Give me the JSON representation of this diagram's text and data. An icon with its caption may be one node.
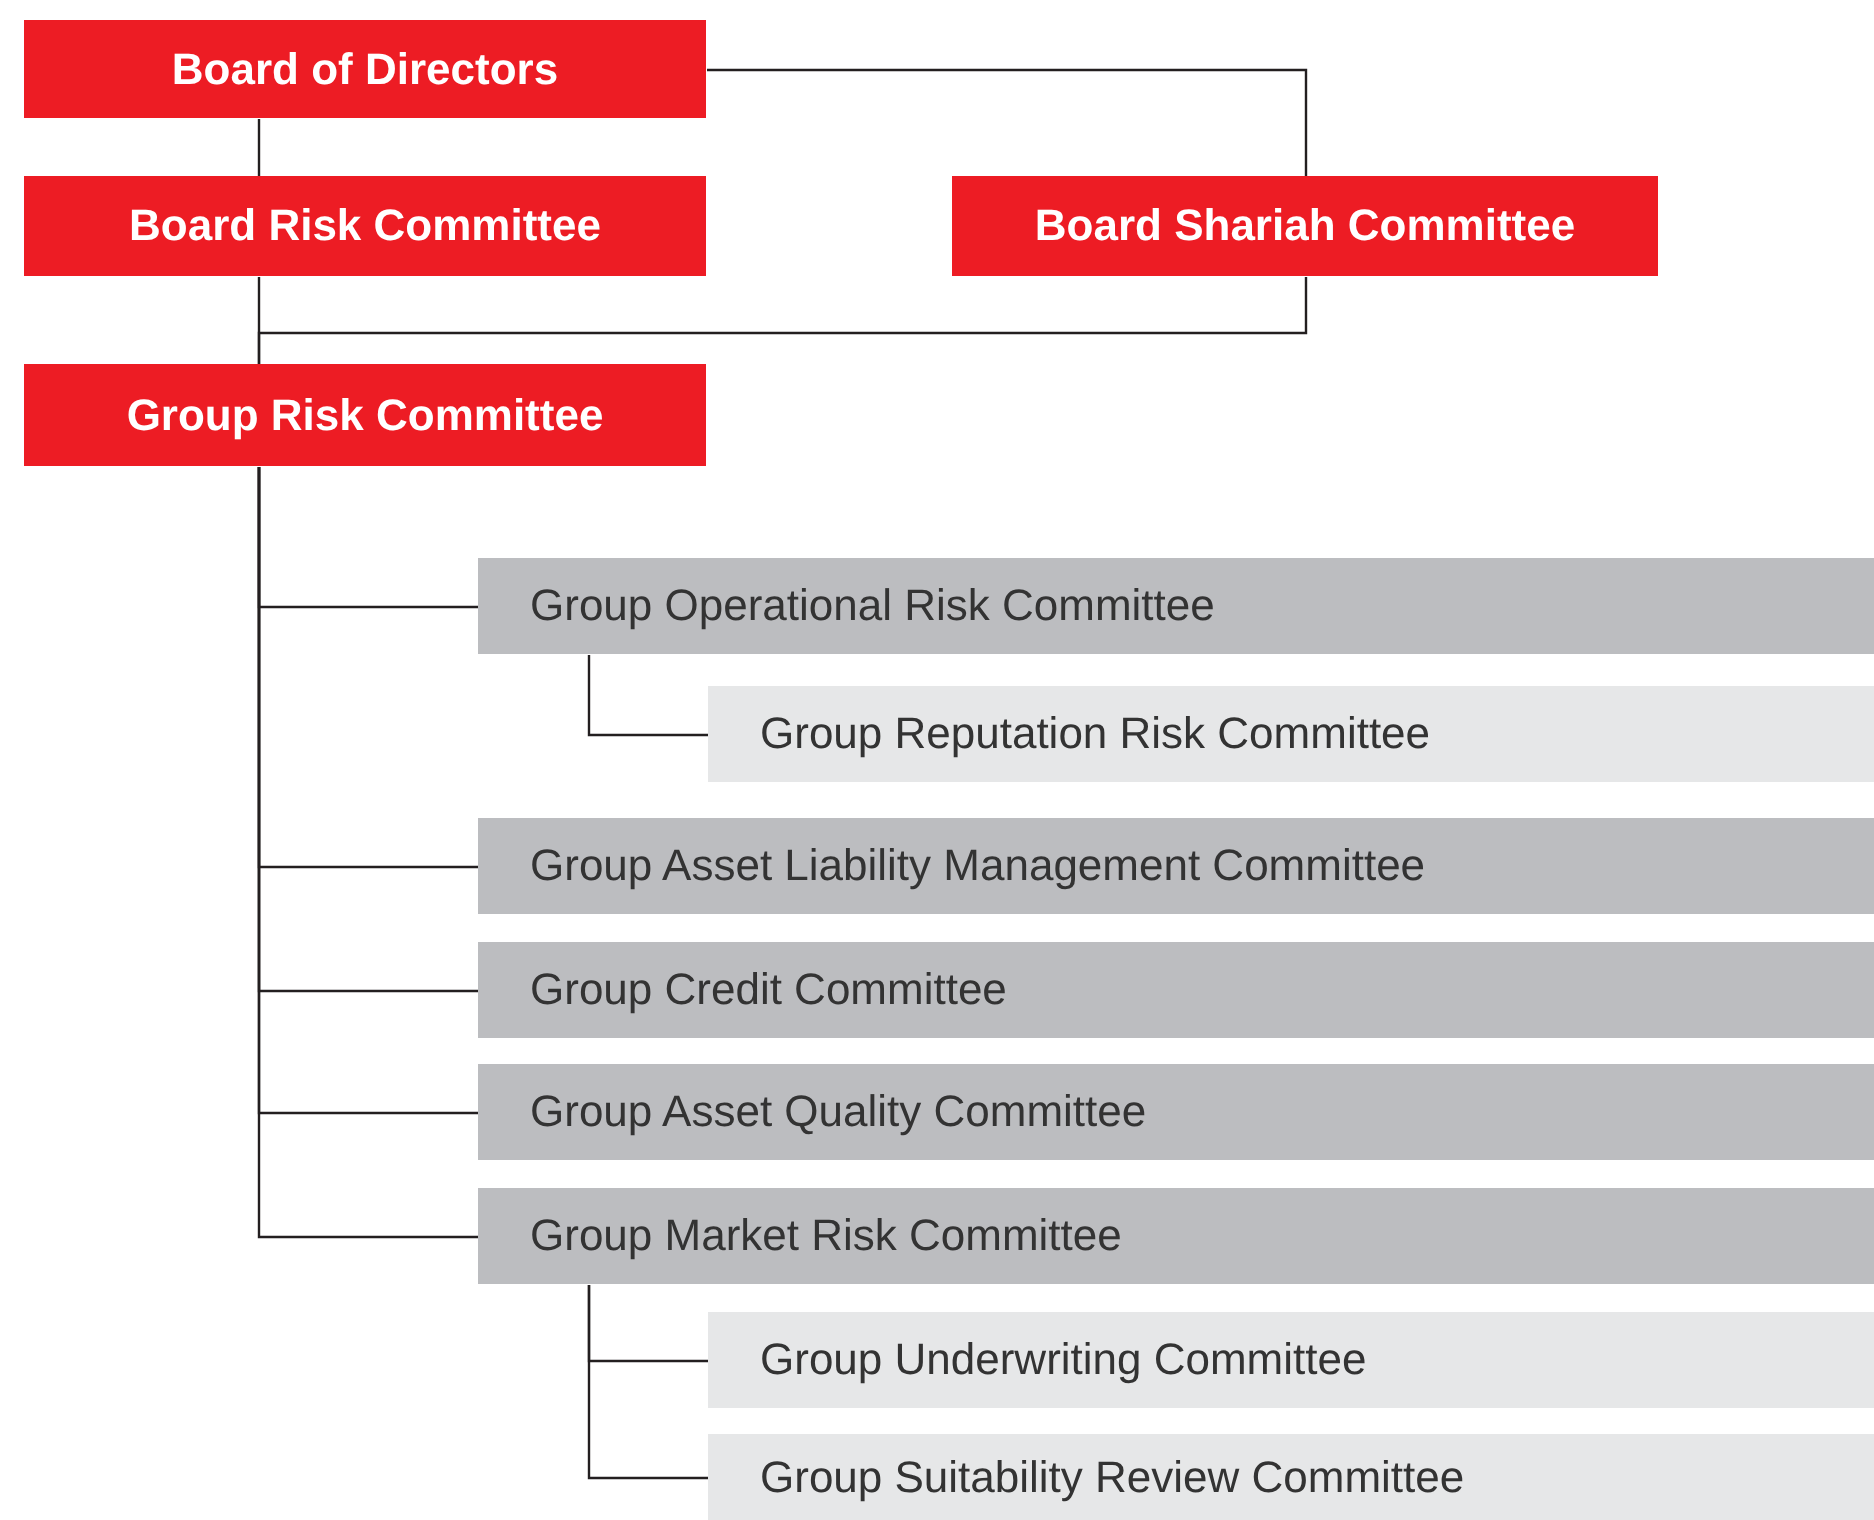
{
  "diagram": {
    "nodes": [
      {
        "text": [
          "Board of Directors"
        ]
      },
      {
        "text": [
          "Board Risk Committee"
        ]
      },
      {
        "text": [
          "Board Shariah Committee"
        ]
      },
      {
        "text": [
          "Group Risk Committee"
        ]
      },
      {
        "text": [
          "Group Operational Risk Committee"
        ]
      },
      {
        "text": [
          "Group Reputation Risk Committee"
        ]
      },
      {
        "text": [
          "Group Asset Liability Management Committee"
        ]
      },
      {
        "text": [
          "Group Credit Committee"
        ]
      },
      {
        "text": [
          "Group Asset Quality Committee"
        ]
      },
      {
        "text": [
          "Group Market Risk Committee"
        ]
      },
      {
        "text": [
          "Group Underwriting Committee"
        ]
      },
      {
        "text": [
          "Group Suitability Review Committee"
        ]
      }
    ],
    "edges": [
      {
        "from": 0,
        "to": 1,
        "arrow": "none"
      },
      {
        "from": 0,
        "to": 2,
        "arrow": "none"
      },
      {
        "from": 1,
        "to": 3,
        "arrow": "none"
      },
      {
        "from": 2,
        "to": 3,
        "arrow": "none"
      },
      {
        "from": 3,
        "to": 4,
        "arrow": "none"
      },
      {
        "from": 4,
        "to": 5,
        "arrow": "none"
      },
      {
        "from": 3,
        "to": 6,
        "arrow": "none"
      },
      {
        "from": 3,
        "to": 7,
        "arrow": "none"
      },
      {
        "from": 3,
        "to": 8,
        "arrow": "none"
      },
      {
        "from": 3,
        "to": 9,
        "arrow": "none"
      },
      {
        "from": 9,
        "to": 10,
        "arrow": "none"
      },
      {
        "from": 9,
        "to": 11,
        "arrow": "none"
      }
    ]
  }
}
